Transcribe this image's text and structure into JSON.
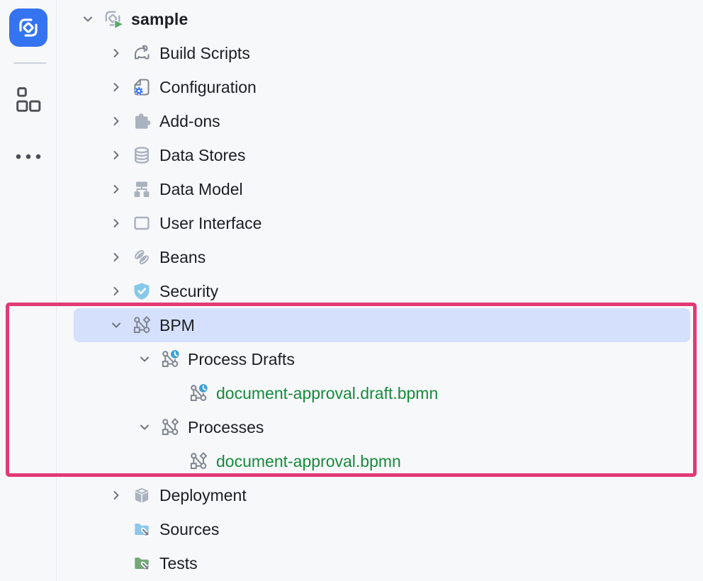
{
  "colors": {
    "panel_bg": "#f7f8fa",
    "border": "#e7e9ee",
    "divider": "#ced2da",
    "text": "#1d1e22",
    "selection": "#d4e0fc",
    "annotation_pink": "#e23a75",
    "green_file": "#168a3c",
    "accent_blue": "#3574f0",
    "icon_outline": "#7f8590",
    "icon_fill": "#a9b2bf",
    "badge_blue": "#3b9fd9",
    "shield_blue": "#85c8ea",
    "folder_blue": "#8fc7e9",
    "folder_green": "#74a876",
    "run_green": "#59a869",
    "chevron": "#6e747e",
    "sidebar_icon": "#4d5157"
  },
  "sidebar": {
    "items": [
      {
        "name": "jmix-tool-button",
        "icon": "jmix-logo-icon"
      },
      {
        "name": "structure-button",
        "icon": "structure-icon"
      },
      {
        "name": "more-button",
        "icon": "more-icon"
      }
    ]
  },
  "tree": {
    "items": [
      {
        "label": "sample",
        "level": 0,
        "chevron": "down",
        "icon": "jmix-project-run-icon",
        "style": "bold",
        "selected": false
      },
      {
        "label": "Build Scripts",
        "level": 1,
        "chevron": "right",
        "icon": "gradle-icon",
        "style": "normal",
        "selected": false
      },
      {
        "label": "Configuration",
        "level": 1,
        "chevron": "right",
        "icon": "config-file-icon",
        "style": "normal",
        "selected": false
      },
      {
        "label": "Add-ons",
        "level": 1,
        "chevron": "right",
        "icon": "puzzle-icon",
        "style": "normal",
        "selected": false
      },
      {
        "label": "Data Stores",
        "level": 1,
        "chevron": "right",
        "icon": "database-icon",
        "style": "normal",
        "selected": false
      },
      {
        "label": "Data Model",
        "level": 1,
        "chevron": "right",
        "icon": "hierarchy-icon",
        "style": "normal",
        "selected": false
      },
      {
        "label": "User Interface",
        "level": 1,
        "chevron": "right",
        "icon": "window-icon",
        "style": "normal",
        "selected": false
      },
      {
        "label": "Beans",
        "level": 1,
        "chevron": "right",
        "icon": "beans-icon",
        "style": "normal",
        "selected": false
      },
      {
        "label": "Security",
        "level": 1,
        "chevron": "right",
        "icon": "shield-check-icon",
        "style": "normal",
        "selected": false
      },
      {
        "label": "BPM",
        "level": 1,
        "chevron": "down",
        "icon": "bpm-icon",
        "style": "normal",
        "selected": true
      },
      {
        "label": "Process Drafts",
        "level": 2,
        "chevron": "down",
        "icon": "bpm-clock-icon",
        "style": "normal",
        "selected": false
      },
      {
        "label": "document-approval.draft.bpmn",
        "level": 3,
        "chevron": "none",
        "icon": "bpm-clock-icon",
        "style": "green",
        "selected": false
      },
      {
        "label": "Processes",
        "level": 2,
        "chevron": "down",
        "icon": "bpm-icon",
        "style": "normal",
        "selected": false
      },
      {
        "label": "document-approval.bpmn",
        "level": 3,
        "chevron": "none",
        "icon": "bpm-icon",
        "style": "green",
        "selected": false
      },
      {
        "label": "Deployment",
        "level": 1,
        "chevron": "right",
        "icon": "deployment-box-icon",
        "style": "normal",
        "selected": false
      },
      {
        "label": "Sources",
        "level": 1,
        "chevron": "none",
        "icon": "sources-folder-icon",
        "style": "normal",
        "selected": false
      },
      {
        "label": "Tests",
        "level": 1,
        "chevron": "none",
        "icon": "tests-folder-icon",
        "style": "normal",
        "selected": false
      }
    ]
  }
}
